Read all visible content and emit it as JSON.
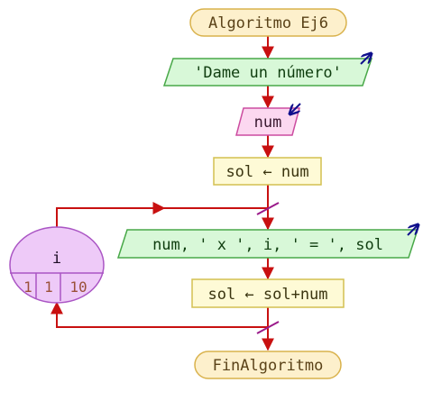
{
  "colors": {
    "terminal_fill": "#fdf0cc",
    "terminal_stroke": "#d9b24c",
    "terminal_text": "#5a4218",
    "output_fill": "#d8f8d8",
    "output_stroke": "#48a848",
    "output_text": "#0f3d0f",
    "input_fill": "#fcd8f0",
    "input_stroke": "#cc4ca0",
    "input_text": "#3a1a30",
    "process_fill": "#fefad6",
    "process_stroke": "#d4c050",
    "process_text": "#3a3410",
    "loop_fill": "#eecaf8",
    "loop_stroke": "#aa55c4",
    "loop_text": "#1c0c24",
    "loop_values_text": "#9a5038",
    "flow_line": "#c81010",
    "io_arrow": "#10108c",
    "loop_break_mark": "#9a1a8a"
  },
  "icons": {
    "output": "arrow-up-right-icon",
    "input": "arrow-down-left-icon"
  },
  "start": {
    "label": "Algoritmo Ej6"
  },
  "output1": {
    "label": "'Dame un número'"
  },
  "input1": {
    "label": "num"
  },
  "assign1": {
    "label": "sol ← num"
  },
  "loop": {
    "variable": "i",
    "start": "1",
    "step": "1",
    "end": "10"
  },
  "output2": {
    "label": "num, ' x ', i, ' = ', sol"
  },
  "assign2": {
    "label": "sol ← sol+num"
  },
  "end": {
    "label": "FinAlgoritmo"
  }
}
